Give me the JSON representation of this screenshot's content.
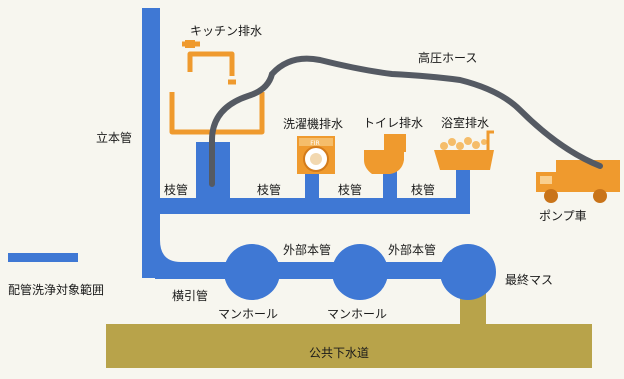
{
  "labels": {
    "kitchen": "キッチン排水",
    "high_pressure_hose": "高圧ホース",
    "riser": "立本管",
    "washer": "洗濯機排水",
    "toilet": "トイレ排水",
    "bath": "浴室排水",
    "branch_1": "枝管",
    "branch_2": "枝管",
    "branch_3": "枝管",
    "branch_4": "枝管",
    "pump_truck": "ポンプ車",
    "legend": "配管洗浄対象範囲",
    "outer_main_1": "外部本管",
    "outer_main_2": "外部本管",
    "final_basin": "最終マス",
    "lateral_pipe": "横引管",
    "manhole_1": "マンホール",
    "manhole_2": "マンホール",
    "public_sewer": "公共下水道",
    "washer_brand": "FIR"
  },
  "colors": {
    "pipe_blue": "#3f78d4",
    "fixture_orange": "#ef9a2e",
    "hose_gray": "#555a63",
    "sewer_olive": "#b8a34a",
    "background": "#f7f6ef"
  },
  "icons": {
    "kitchen": "faucet-sink-icon",
    "washer": "washing-machine-icon",
    "toilet": "toilet-icon",
    "bath": "bathtub-icon",
    "pump": "pump-truck-icon"
  }
}
